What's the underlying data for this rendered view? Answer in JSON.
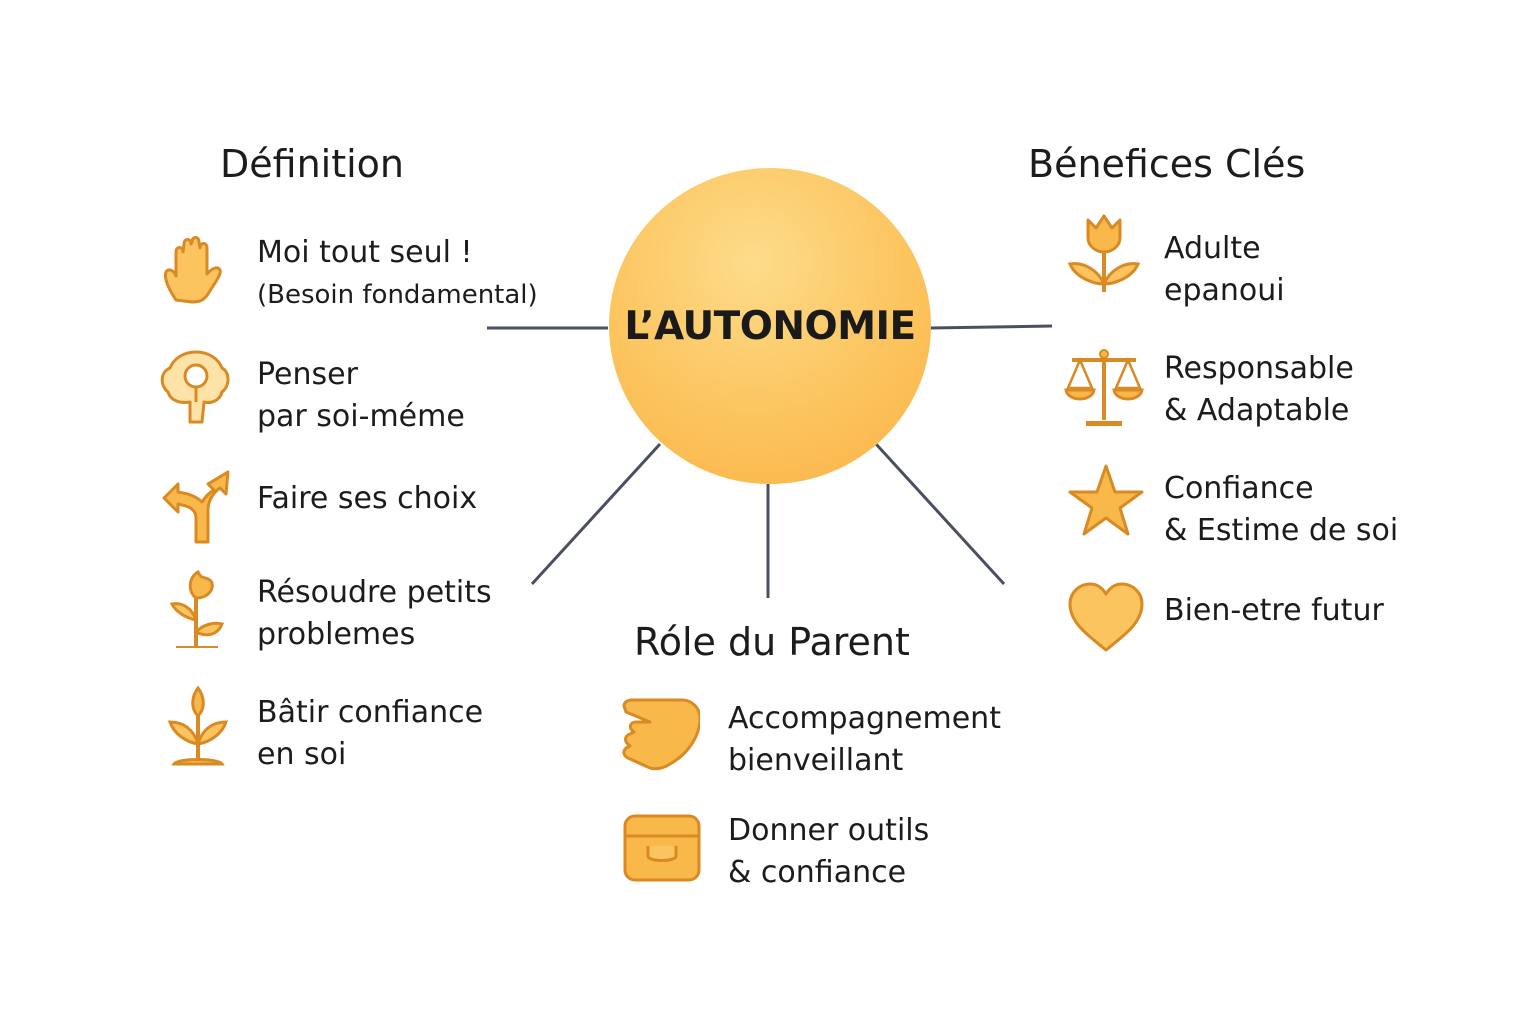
{
  "center": {
    "label": "L’AUTONOMIE"
  },
  "colors": {
    "accent": "#f6a53a",
    "accent_light": "#fcc45e",
    "stroke": "#d98a24",
    "line": "#4a5060"
  },
  "definition": {
    "heading": "Définition",
    "items": [
      {
        "icon": "hand-icon",
        "line1": "Moi tout seul !",
        "line2": "(Besoin fondamental)"
      },
      {
        "icon": "brain-icon",
        "line1": "Penser",
        "line2": "par soi-méme"
      },
      {
        "icon": "split-arrow-icon",
        "line1": "Faire ses choix"
      },
      {
        "icon": "sprout-icon",
        "line1": "Résoudre petits",
        "line2": "problemes"
      },
      {
        "icon": "seedling-icon",
        "line1": "Bâtir confiance",
        "line2": "en soi"
      }
    ]
  },
  "benefits": {
    "heading": "Bénefices Clés",
    "items": [
      {
        "icon": "tulip-icon",
        "line1": "Adulte",
        "line2": "epanoui"
      },
      {
        "icon": "scales-icon",
        "line1": "Responsable",
        "line2": "& Adaptable"
      },
      {
        "icon": "star-icon",
        "line1": "Confiance",
        "line2": "& Estime de soi"
      },
      {
        "icon": "heart-icon",
        "line1": "Bien-etre futur"
      }
    ]
  },
  "parent_role": {
    "heading": "Róle du Parent",
    "items": [
      {
        "icon": "helping-hand-icon",
        "line1": "Accompagnement",
        "line2": "bienveillant"
      },
      {
        "icon": "toolbox-icon",
        "line1": "Donner outils",
        "line2": "& confiance"
      }
    ]
  }
}
